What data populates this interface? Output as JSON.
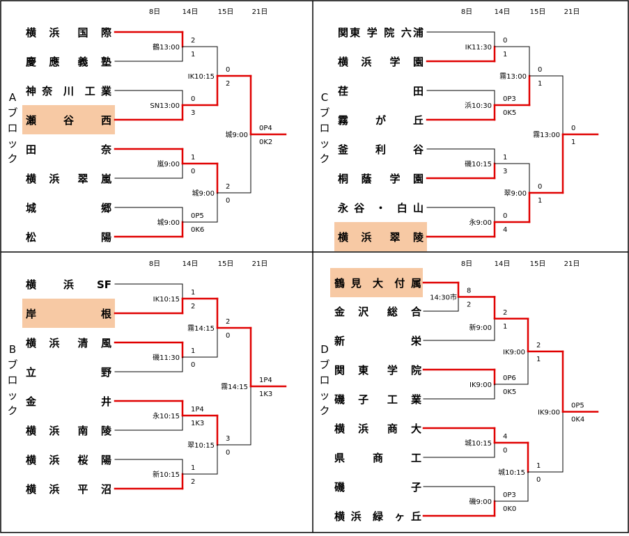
{
  "headers": [
    "8日",
    "14日",
    "15日",
    "21日"
  ],
  "blocks": [
    {
      "block_chars": [
        "A",
        "ブ",
        "ロ",
        "ッ",
        "ク"
      ],
      "teams": [
        {
          "chars": [
            "横",
            "浜",
            "国",
            "際"
          ],
          "highlight": false
        },
        {
          "chars": [
            "慶",
            "應",
            "義",
            "塾"
          ],
          "highlight": false
        },
        {
          "chars": [
            "神",
            "奈",
            "川",
            "工",
            "業"
          ],
          "highlight": false
        },
        {
          "chars": [
            "瀬",
            "谷",
            "西"
          ],
          "highlight": true
        },
        {
          "chars": [
            "田",
            "奈"
          ],
          "highlight": false
        },
        {
          "chars": [
            "横",
            "浜",
            "翠",
            "嵐"
          ],
          "highlight": false
        },
        {
          "chars": [
            "城",
            "郷"
          ],
          "highlight": false
        },
        {
          "chars": [
            "松",
            "陽"
          ],
          "highlight": false
        }
      ],
      "r1": [
        {
          "venue": "",
          "score_top": "",
          "score_bot": ""
        },
        {
          "venue": "鶴13:00",
          "score_top": "2",
          "score_bot": "1"
        },
        {
          "venue": "",
          "score_top": "",
          "score_bot": ""
        },
        {
          "venue": "SN13:00",
          "score_top": "0",
          "score_bot": "3"
        },
        {
          "venue": "",
          "score_top": "",
          "score_bot": ""
        },
        {
          "venue": "嵐9:00",
          "score_top": "1",
          "score_bot": "0"
        },
        {
          "venue": "",
          "score_top": "",
          "score_bot": ""
        },
        {
          "venue": "城9:00",
          "score_top": "0P5",
          "score_bot": "0K6"
        }
      ],
      "r2": [
        {
          "venue": "IK10:15",
          "score_top": "0",
          "score_bot": "2"
        },
        {
          "venue": "城9:00",
          "score_top": "2",
          "score_bot": "0"
        }
      ],
      "r3": {
        "venue": "城9:00",
        "score_top": "0P4",
        "score_bot": "0K2"
      }
    },
    {
      "block_chars": [
        "C",
        "ブ",
        "ロ",
        "ッ",
        "ク"
      ],
      "teams": [
        {
          "chars": [
            "関",
            "東",
            "学",
            "院",
            "六",
            "浦"
          ],
          "highlight": false
        },
        {
          "chars": [
            "横",
            "浜",
            "学",
            "園"
          ],
          "highlight": false
        },
        {
          "chars": [
            "荏",
            "田"
          ],
          "highlight": false
        },
        {
          "chars": [
            "霧",
            "が",
            "丘"
          ],
          "highlight": false
        },
        {
          "chars": [
            "釜",
            "利",
            "谷"
          ],
          "highlight": false
        },
        {
          "chars": [
            "桐",
            "蔭",
            "学",
            "園"
          ],
          "highlight": false
        },
        {
          "chars": [
            "永",
            "谷",
            "・",
            "白",
            "山"
          ],
          "highlight": false
        },
        {
          "chars": [
            "横",
            "浜",
            "翠",
            "陵"
          ],
          "highlight": true
        }
      ],
      "r1": [
        {
          "venue": "IK11:30",
          "score_top": "0",
          "score_bot": "1"
        },
        {
          "venue": "",
          "score_top": "",
          "score_bot": ""
        },
        {
          "venue": "浜10:30",
          "score_top": "0P3",
          "score_bot": "0K5"
        },
        {
          "venue": "",
          "score_top": "",
          "score_bot": ""
        },
        {
          "venue": "磯10:15",
          "score_top": "1",
          "score_bot": "3"
        },
        {
          "venue": "",
          "score_top": "",
          "score_bot": ""
        },
        {
          "venue": "永9:00",
          "score_top": "0",
          "score_bot": "4"
        },
        {
          "venue": "",
          "score_top": "",
          "score_bot": ""
        }
      ],
      "r2": [
        {
          "venue": "霧13:00",
          "score_top": "0",
          "score_bot": "1"
        },
        {
          "venue": "翠9:00",
          "score_top": "0",
          "score_bot": "1"
        }
      ],
      "r3": {
        "venue": "霧13:00",
        "score_top": "0",
        "score_bot": "1"
      }
    },
    {
      "block_chars": [
        "B",
        "ブ",
        "ロ",
        "ッ",
        "ク"
      ],
      "teams": [
        {
          "chars": [
            "横",
            "浜",
            "SF"
          ],
          "highlight": false
        },
        {
          "chars": [
            "岸",
            "根"
          ],
          "highlight": true
        },
        {
          "chars": [
            "横",
            "浜",
            "清",
            "風"
          ],
          "highlight": false
        },
        {
          "chars": [
            "立",
            "野"
          ],
          "highlight": false
        },
        {
          "chars": [
            "金",
            "井"
          ],
          "highlight": false
        },
        {
          "chars": [
            "横",
            "浜",
            "南",
            "陵"
          ],
          "highlight": false
        },
        {
          "chars": [
            "横",
            "浜",
            "桜",
            "陽"
          ],
          "highlight": false
        },
        {
          "chars": [
            "横",
            "浜",
            "平",
            "沼"
          ],
          "highlight": false
        }
      ],
      "r1": [
        {
          "venue": "IK10:15",
          "score_top": "1",
          "score_bot": "2"
        },
        {
          "venue": "",
          "score_top": "",
          "score_bot": ""
        },
        {
          "venue": "磯11:30",
          "score_top": "1",
          "score_bot": "0"
        },
        {
          "venue": "",
          "score_top": "",
          "score_bot": ""
        },
        {
          "venue": "永10:15",
          "score_top": "1P4",
          "score_bot": "1K3"
        },
        {
          "venue": "",
          "score_top": "",
          "score_bot": ""
        },
        {
          "venue": "新10:15",
          "score_top": "1",
          "score_bot": "2"
        },
        {
          "venue": "",
          "score_top": "",
          "score_bot": ""
        }
      ],
      "r2": [
        {
          "venue": "霧14:15",
          "score_top": "2",
          "score_bot": "0"
        },
        {
          "venue": "翠10:15",
          "score_top": "3",
          "score_bot": "0"
        }
      ],
      "r3": {
        "venue": "霧14:15",
        "score_top": "1P4",
        "score_bot": "1K3"
      }
    },
    {
      "block_chars": [
        "D",
        "ブ",
        "ロ",
        "ッ",
        "ク"
      ],
      "teams": [
        {
          "chars": [
            "鶴",
            "見",
            "大",
            "付",
            "属"
          ],
          "highlight": true
        },
        {
          "chars": [
            "金",
            "沢",
            "総",
            "合"
          ],
          "highlight": false
        },
        {
          "chars": [
            "新",
            "栄"
          ],
          "highlight": false
        },
        {
          "chars": [
            "関",
            "東",
            "学",
            "院"
          ],
          "highlight": false
        },
        {
          "chars": [
            "磯",
            "子",
            "工",
            "業"
          ],
          "highlight": false
        },
        {
          "chars": [
            "横",
            "浜",
            "商",
            "大"
          ],
          "highlight": false
        },
        {
          "chars": [
            "県",
            "商",
            "工"
          ],
          "highlight": false
        },
        {
          "chars": [
            "磯",
            "子"
          ],
          "highlight": false
        },
        {
          "chars": [
            "横",
            "浜",
            "緑",
            "ヶ",
            "丘"
          ],
          "highlight": false
        }
      ],
      "pre": {
        "venue": "14:30市",
        "score_top": "8",
        "score_bot": "2"
      },
      "r1": [
        {
          "venue": "新9:00",
          "score_top": "2",
          "score_bot": "1"
        },
        {
          "venue": "",
          "score_top": "",
          "score_bot": ""
        },
        {
          "venue": "IK9:00",
          "score_top": "0P6",
          "score_bot": "0K5"
        },
        {
          "venue": "",
          "score_top": "",
          "score_bot": ""
        },
        {
          "venue": "城10:15",
          "score_top": "4",
          "score_bot": "0"
        },
        {
          "venue": "",
          "score_top": "",
          "score_bot": ""
        },
        {
          "venue": "磯9:00",
          "score_top": "0P3",
          "score_bot": "0K0"
        }
      ],
      "r2": [
        {
          "venue": "IK9:00",
          "score_top": "2",
          "score_bot": "1"
        },
        {
          "venue": "城10:15",
          "score_top": "1",
          "score_bot": "0"
        }
      ],
      "r3": {
        "venue": "IK9:00",
        "score_top": "0P5",
        "score_bot": "0K4"
      }
    }
  ],
  "colors": {
    "win": "#e00000",
    "lose": "#000000",
    "highlight": "#f7c9a4",
    "border": "#000000"
  }
}
